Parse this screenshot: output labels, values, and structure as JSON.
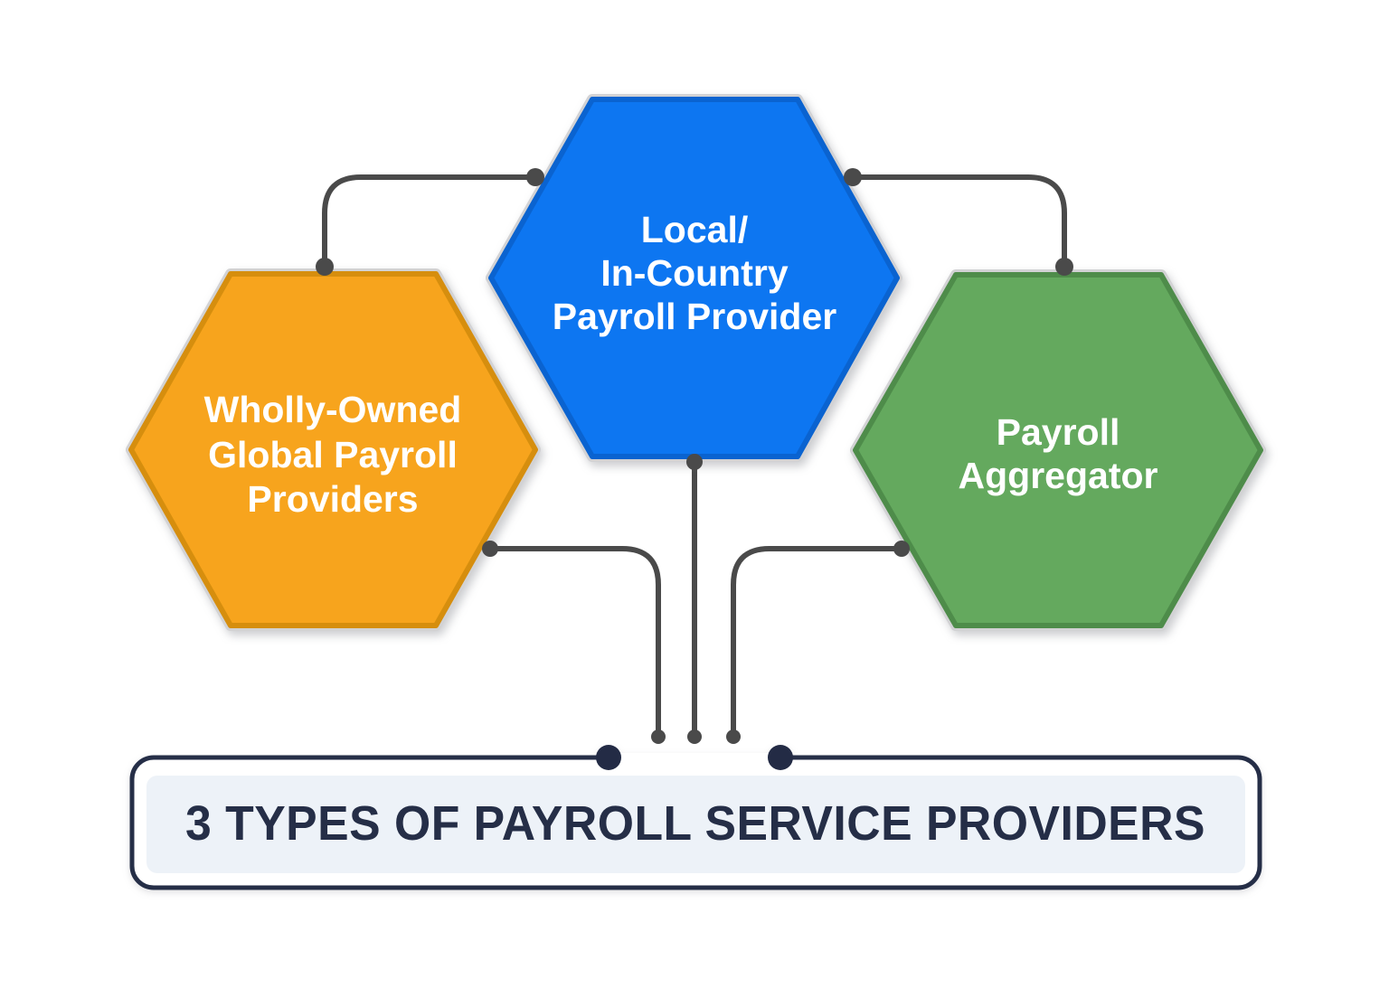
{
  "title_box": {
    "label": "3 TYPES OF PAYROLL SERVICE PROVIDERS",
    "border_color": "#252E47",
    "fill_color": "#FFFFFF",
    "inner_bg_color": "#EDF2F8",
    "text_color": "#252E47",
    "anchor_dot_color": "#232B45"
  },
  "hexagons": [
    {
      "id": "wholly-owned-global-payroll-providers",
      "lines": [
        "Wholly-Owned",
        "Global Payroll",
        "Providers"
      ],
      "fill": "#F7A41D",
      "border": "#D68E0E",
      "text_color": "#FFFFFF"
    },
    {
      "id": "local-in-country-payroll-provider",
      "lines": [
        "Local/",
        "In-Country",
        "Payroll Provider"
      ],
      "fill": "#0D76F1",
      "border": "#0A63D0",
      "text_color": "#FFFFFF"
    },
    {
      "id": "payroll-aggregator",
      "lines": [
        "Payroll",
        "Aggregator"
      ],
      "fill": "#64A95E",
      "border": "#4E8C4A",
      "text_color": "#FFFFFF"
    }
  ],
  "styles": {
    "outline_color": "#D2D2D4",
    "gap_cover_color": "#FFFFFF"
  },
  "connectors": {
    "line_color": "#4A4A4A",
    "dot_color": "#4A4A4A"
  }
}
